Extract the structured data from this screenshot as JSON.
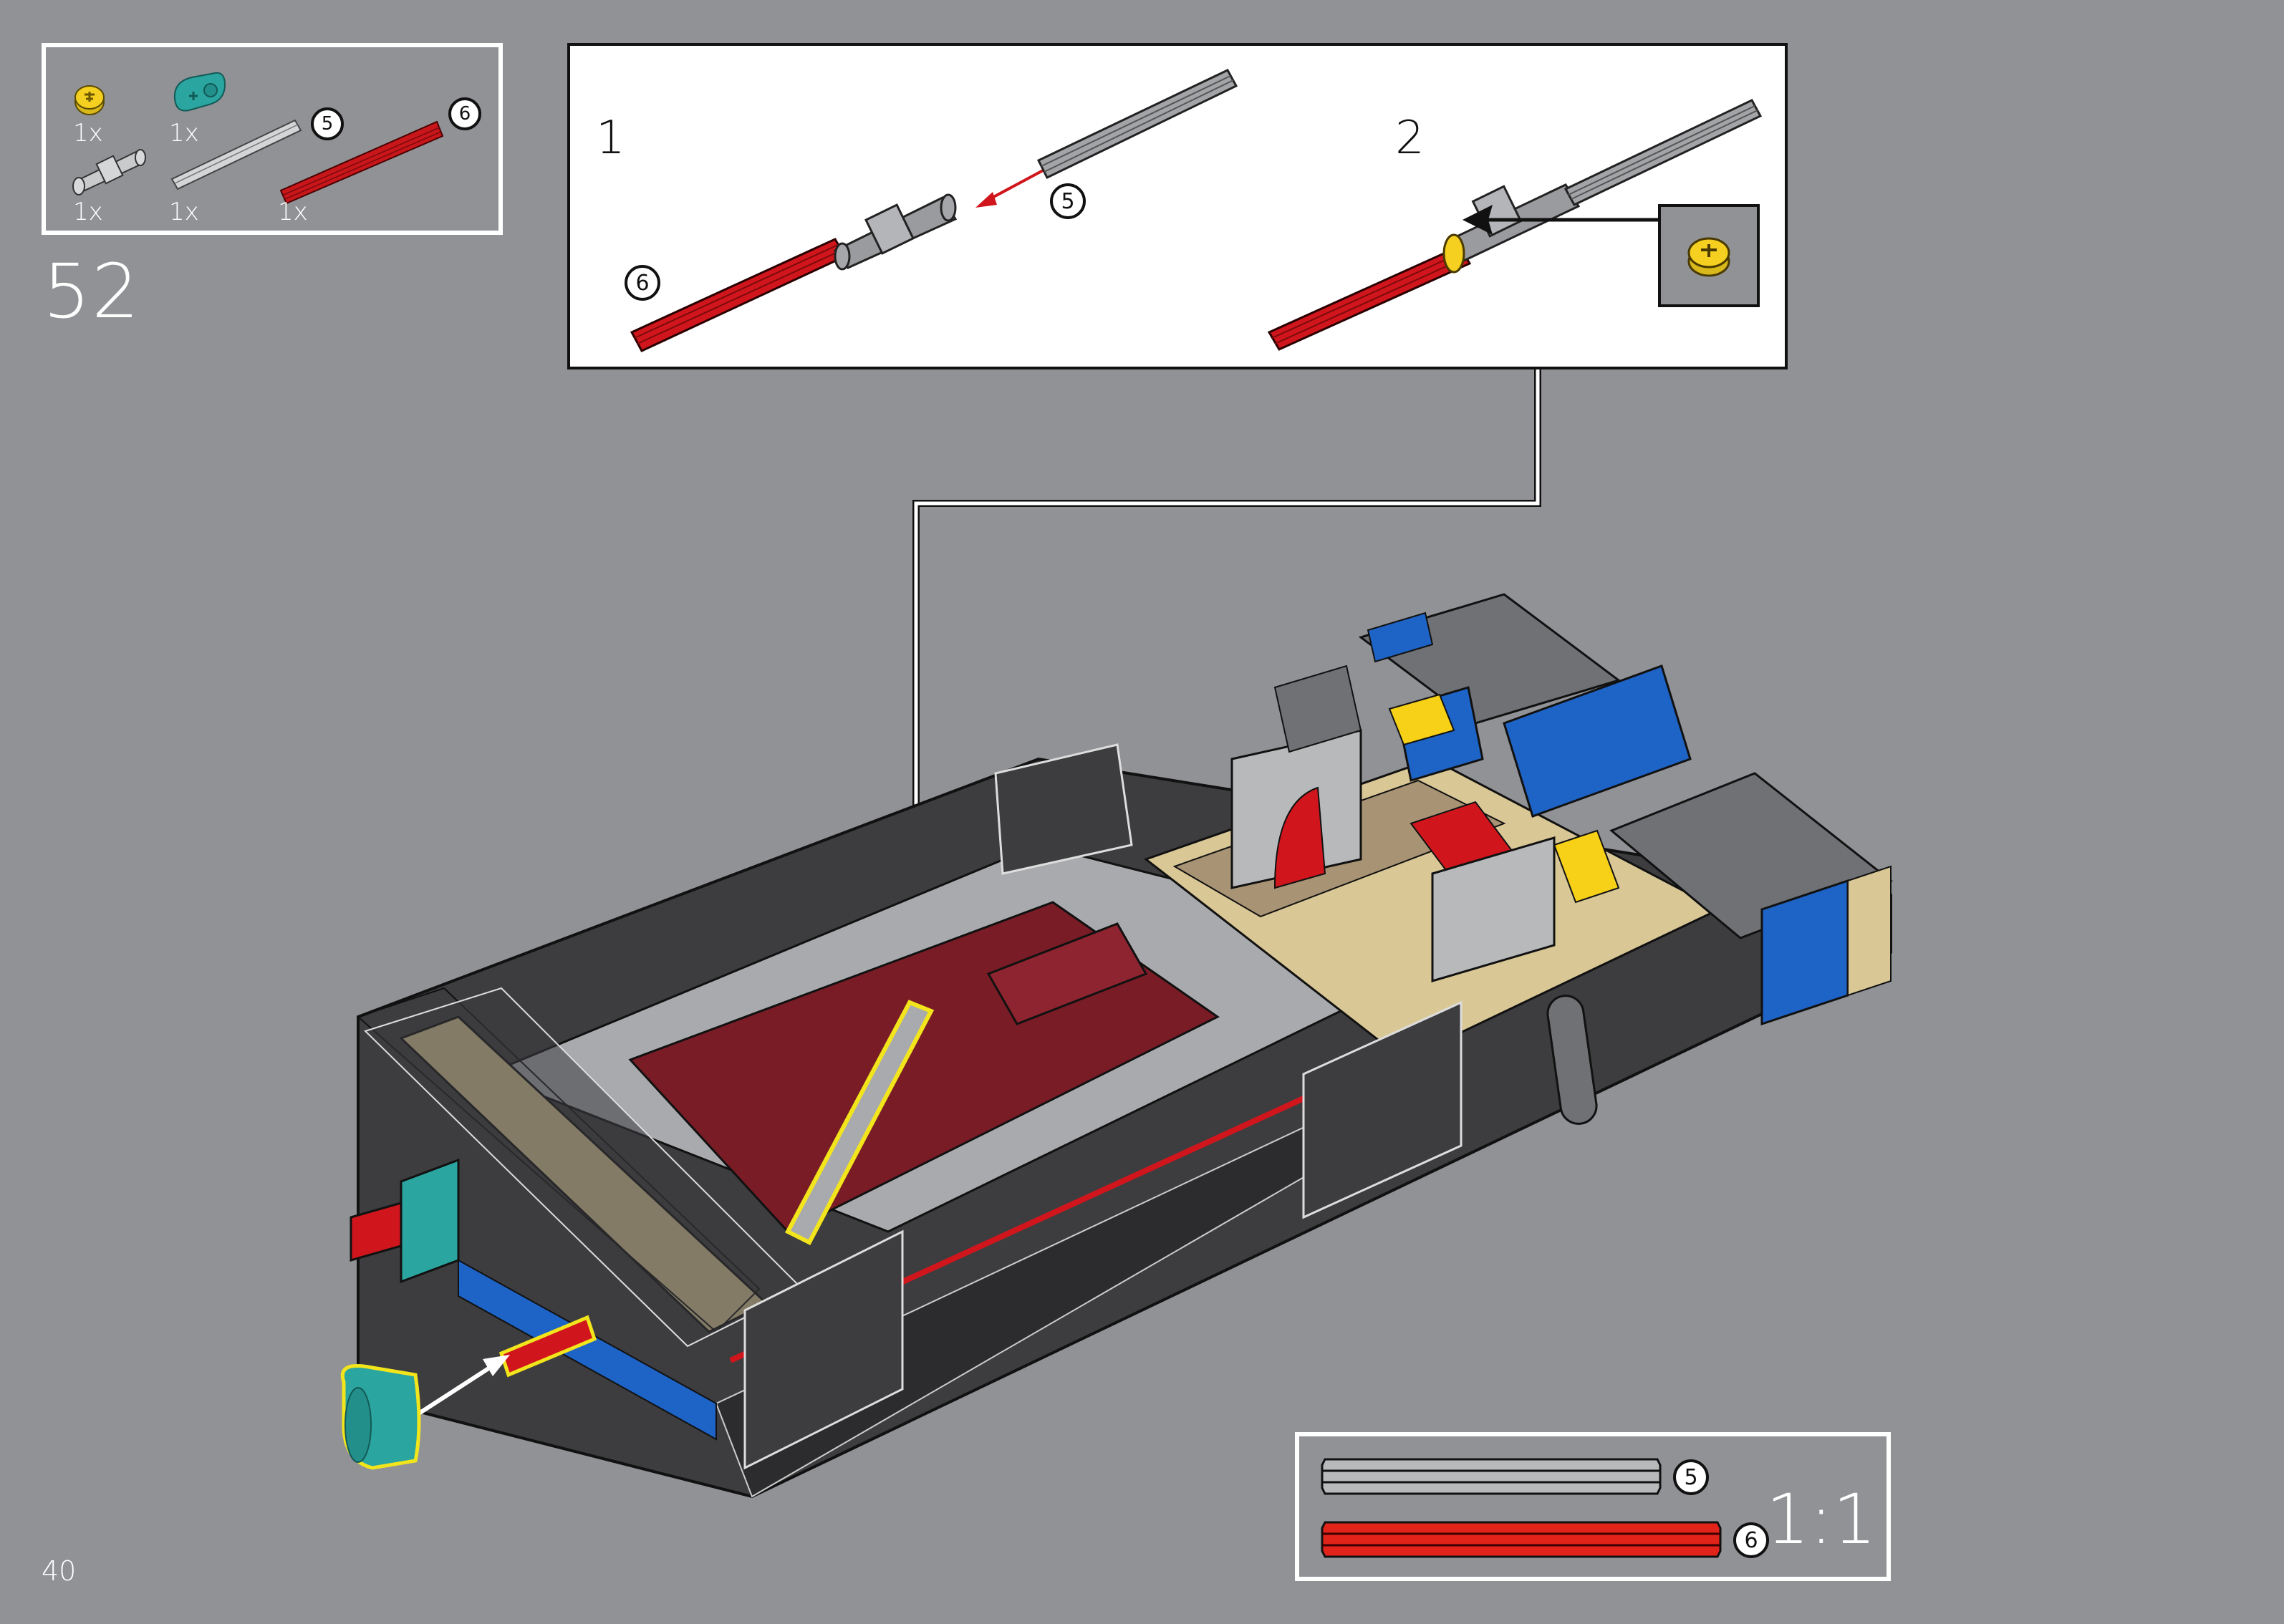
{
  "page": {
    "page_number": "40",
    "step_number": "52",
    "background_color": "#909296"
  },
  "parts_list": {
    "items": [
      {
        "name": "yellow-bush",
        "qty": "1x",
        "color": "#f5d020"
      },
      {
        "name": "teal-beam-2",
        "qty": "1x",
        "color": "#2aa5a0"
      },
      {
        "name": "universal-joint",
        "qty": "1x",
        "color": "#a8a9ad"
      },
      {
        "name": "gray-axle-5",
        "qty": "1x",
        "color": "#b6b7b9",
        "length_badge": "5"
      },
      {
        "name": "red-axle-6",
        "qty": "1x",
        "color": "#c8161b",
        "length_badge": "6"
      }
    ]
  },
  "callout": {
    "substeps": [
      {
        "number": "1",
        "badges": [
          "5",
          "6"
        ]
      },
      {
        "number": "2",
        "inset_part": "yellow-bush"
      }
    ]
  },
  "scale_reference": {
    "label": "1:1",
    "axles": [
      {
        "badge": "5",
        "color": "#b8b9bb"
      },
      {
        "badge": "6",
        "color": "#e2231a"
      }
    ]
  },
  "colors": {
    "highlight": "#f2e51c",
    "dark_bluish_gray": "#3d3d3f",
    "light_bluish_gray": "#a9aaad",
    "tan": "#d9c795",
    "dark_tan": "#a89474",
    "dark_red": "#7a1c26",
    "red": "#d01012",
    "blue": "#1e63c6",
    "yellow": "#f7d117",
    "teal": "#2aa5a0"
  }
}
